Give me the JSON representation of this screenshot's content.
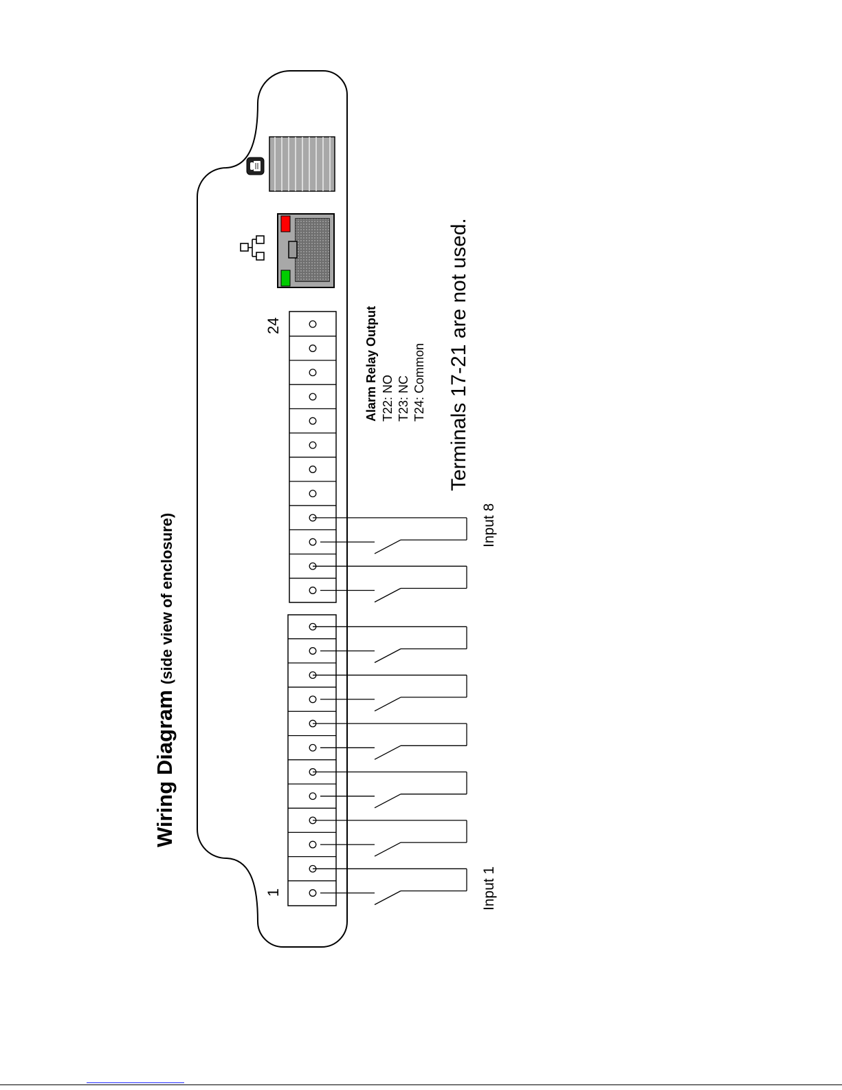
{
  "title": "Wiring Diagram",
  "subtitle": "(side view of enclosure)",
  "terminal_first_label": "1",
  "terminal_last_label": "24",
  "input_first_label": "Input 1",
  "input_last_label": "Input 8",
  "relay": {
    "title": "Alarm Relay Output",
    "lines": [
      "T22: NO",
      "T23: NC",
      "T24: Common"
    ]
  },
  "note": "Terminals 17-21 are not used.",
  "terminal_count": 24,
  "input_count": 8,
  "icons": {
    "network": "network-icon",
    "phone": "phone-icon"
  },
  "colors": {
    "led_link": "#ff0000",
    "led_activity": "#00cc00",
    "port_body": "#a8a8a8"
  }
}
